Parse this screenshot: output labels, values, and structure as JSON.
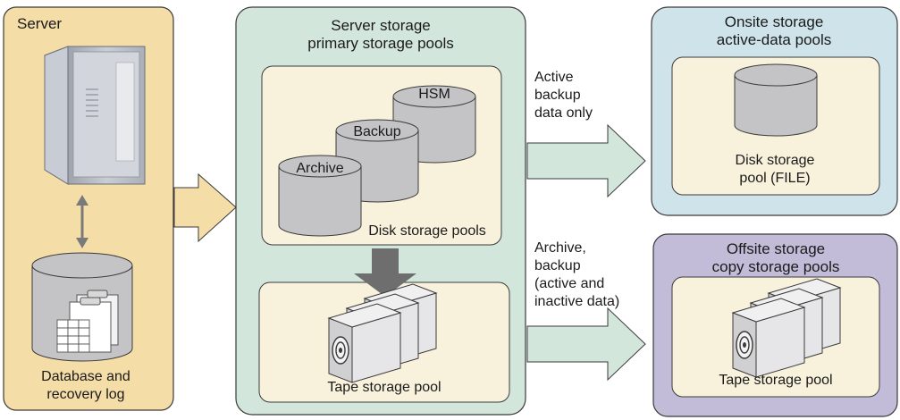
{
  "colors": {
    "server_panel": "#f5dda8",
    "server_storage_panel": "#d3e6dc",
    "onsite_panel": "#cfe4ea",
    "offsite_panel": "#c2bcd9",
    "inner_box": "#f8f1dc",
    "cylinder": "#c4c4c6",
    "outline": "#3a3a3a",
    "arrow_yellow": "#f5dda8",
    "arrow_green": "#d3e6dc",
    "down_arrow": "#6e6e6e"
  },
  "server": {
    "title": "Server",
    "db_label_line1": "Database and",
    "db_label_line2": "recovery log",
    "server_icon": "server-tower-icon",
    "database_icon": "database-cylinder-icon",
    "spreadsheet_icon": "spreadsheet-clipboard-icon"
  },
  "server_storage": {
    "title_line1": "Server storage",
    "title_line2": "primary storage pools",
    "disk_pools": {
      "archive": "Archive",
      "backup": "Backup",
      "hsm": "HSM",
      "caption": "Disk storage pools"
    },
    "tape_pool_label": "Tape storage pool"
  },
  "onsite": {
    "title_line1": "Onsite storage",
    "title_line2": "active-data pools",
    "disk_label_line1": "Disk storage",
    "disk_label_line2": "pool (FILE)"
  },
  "offsite": {
    "title_line1": "Offsite storage",
    "title_line2": "copy storage pools",
    "tape_pool_label": "Tape storage pool"
  },
  "arrows": {
    "active_line1": "Active",
    "active_line2": "backup",
    "active_line3": "data only",
    "archive_line1": "Archive,",
    "archive_line2": "backup",
    "archive_line3": "(active and",
    "archive_line4": "inactive data)"
  }
}
